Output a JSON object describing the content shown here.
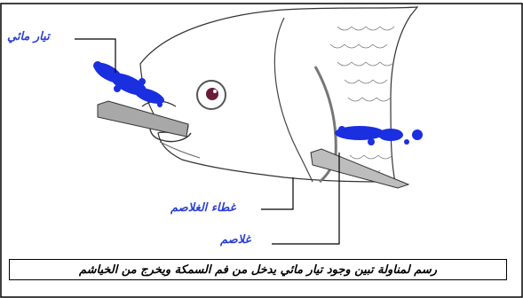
{
  "labels": {
    "water_current": "تيار مائي",
    "gill_cover": "غطاء الغلاصم",
    "gills": "غلاصم"
  },
  "caption": "رسم لمناولة تبين وجود تيار مائي يدخل من فم السمكة ويخرج من الخياشم",
  "colors": {
    "label_blue": "#2b3fd6",
    "water_blue": "#1a2fe0",
    "frame": "#000000"
  }
}
